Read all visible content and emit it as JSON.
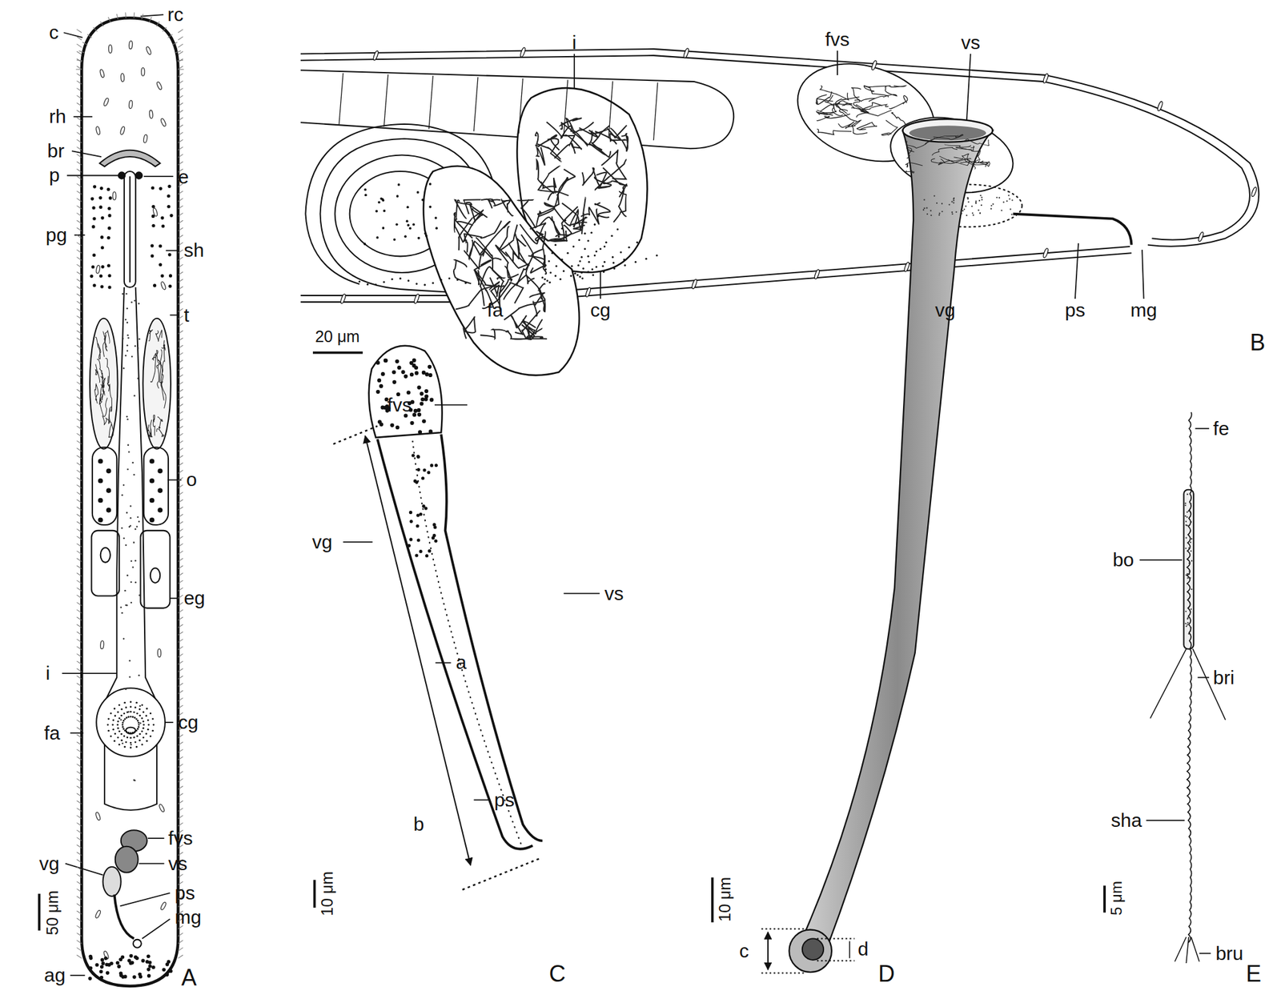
{
  "diagram": {
    "labels": [
      "rc",
      "c",
      "rh",
      "br",
      "e",
      "p",
      "pg",
      "sh",
      "t",
      "o",
      "eg",
      "i",
      "fa",
      "cg",
      "fvs",
      "vg",
      "vs",
      "ps",
      "mg",
      "ag",
      "50 μm",
      "A",
      "i",
      "fvs",
      "vs",
      "fa",
      "cg",
      "vg",
      "ps",
      "mg",
      "20 μm",
      "B",
      "fvs",
      "vg",
      "a",
      "vs",
      "b",
      "ps",
      "10 μm",
      "C",
      "c",
      "d",
      "10 μm",
      "D",
      "fe",
      "bo",
      "bri",
      "sha",
      "bru",
      "5 μm",
      "E"
    ]
  }
}
